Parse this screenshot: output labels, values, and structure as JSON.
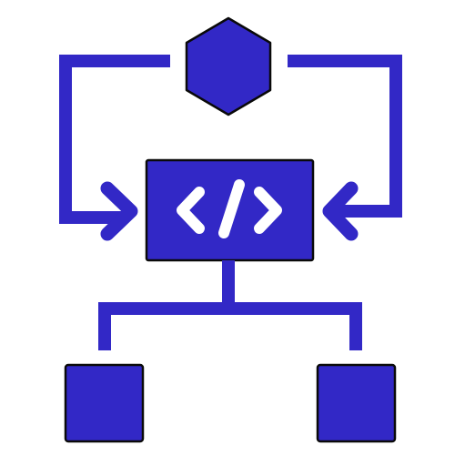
{
  "icon": {
    "name": "code-workflow-icon",
    "fill_color": "#3228c6",
    "outline_color": "#0a0a0a",
    "background": "#ffffff"
  },
  "nodes": [
    {
      "name": "hexagon-input-node",
      "shape": "hexagon"
    },
    {
      "name": "code-editor-node",
      "shape": "rectangle",
      "glyph": "code-brackets-icon"
    },
    {
      "name": "left-output-node",
      "shape": "square"
    },
    {
      "name": "right-output-node",
      "shape": "square"
    }
  ],
  "connectors": [
    {
      "name": "left-input-arrow",
      "from": "hexagon-input-node",
      "to": "code-editor-node"
    },
    {
      "name": "right-input-arrow",
      "from": "hexagon-input-node",
      "to": "code-editor-node"
    },
    {
      "name": "branch-connector-left",
      "from": "code-editor-node",
      "to": "left-output-node"
    },
    {
      "name": "branch-connector-right",
      "from": "code-editor-node",
      "to": "right-output-node"
    }
  ]
}
